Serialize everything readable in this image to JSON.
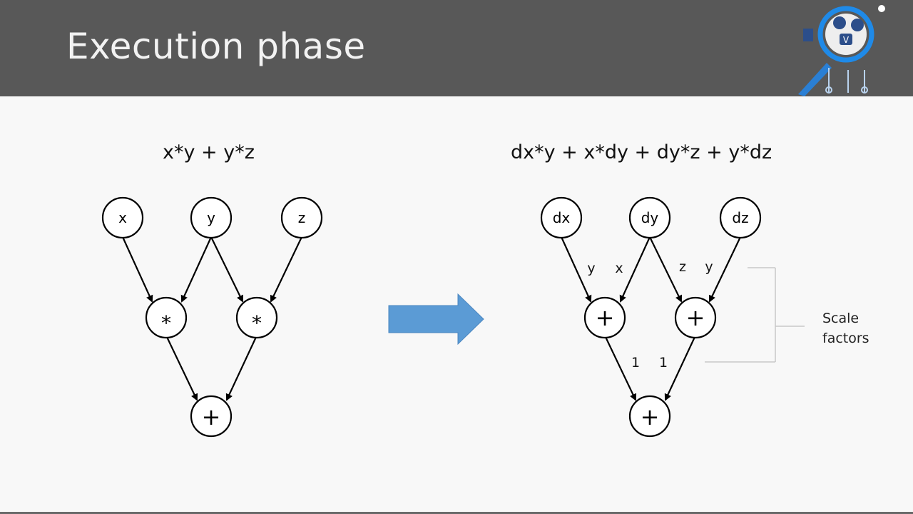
{
  "slide": {
    "title": "Execution phase",
    "left_expression": "x*y + y*z",
    "right_expression": "dx*y + x*dy + dy*z + y*dz",
    "scale_label": "Scale\nfactors"
  },
  "left_graph": {
    "nodes": [
      "x",
      "y",
      "z",
      "*",
      "*",
      "+"
    ]
  },
  "right_graph": {
    "nodes": [
      "dx",
      "dy",
      "dz",
      "+",
      "+",
      "+"
    ],
    "edge_labels": [
      "y",
      "x",
      "z",
      "y",
      "1",
      "1"
    ]
  },
  "colors": {
    "header_bg": "#585858",
    "arrow_fill": "#5b9bd5",
    "bracket": "#c8c8c8"
  },
  "icons": [
    "magnifier-logo-icon"
  ]
}
